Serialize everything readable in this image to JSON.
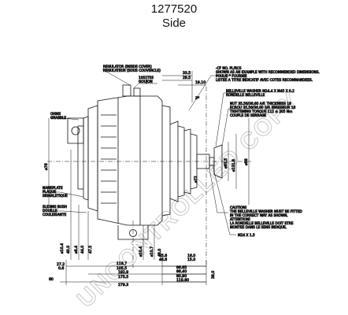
{
  "header": {
    "part_number": "1277520",
    "view": "Side"
  },
  "watermark": "UNCONTROLLED COPY",
  "callouts": {
    "regulator_en": "REGULATOR (INSIDE COVER)",
    "regulator_fr": "REGULATEUR (SOUS COUVERCLE)",
    "stud": "10S1T03",
    "goujon": "GOUJON",
    "ohm_line1": "OHMS",
    "ohm_line2": "GRABBLE",
    "cf": "-CF NO. PL/RCS",
    "shown_as_example": "SHOWN AS AN EXAMPLE WITH RECOMMENDED DIMENSIONS.",
    "pulley": "POULIE   * FOURNIE",
    "lisse": "LISTEE   A TITRE INDICATIF AVEC COTES RECOMMANDEES.",
    "belleville_washer": "BELLEVILLE WASHER M24.4 X M45 X 0.2",
    "rondelle_belleville": "RONDELLE BELLEVILLE",
    "nut_line1": "NUT 35.56/36.60 A/F. THICKNESS 18",
    "nut_line2": "ECROU 35.56/36.60 S/P. EPAISSEUR 18",
    "nut_line3": "TIGHTENING TORQUE 112 ± 205 Nm",
    "nut_line4": "COUPLE DE SERRAGE",
    "nameplate_line1": "NAMEPLATE",
    "nameplate_line2": "PLAQUE",
    "nameplate_line3": "SIGNALETIQUE",
    "sliding_line1": "SLIDING BUSH",
    "sliding_line2": "DOUILLE",
    "sliding_line3": "COULISSANTE",
    "caution_line1": "CAUTION!",
    "caution_line2": "THE BELLEVILLE WASHER MUST BE FITTED",
    "caution_line3": "IN THE CORRECT WAY AS SHOWN.",
    "caution_line4": "ATTENTION!",
    "caution_line5": "LA RONDELLE BELLEVILLE DOIT ETRE",
    "caution_line6": "MONTEE DANS LE SENS INDIQUE.",
    "thread": "M24 X 1.5"
  },
  "dimensions": {
    "top_a": "33.5",
    "top_b": "29.5",
    "top_c": "19.10",
    "right_3": "3*",
    "dia_76": "⌀76",
    "dia_pulley": "⌀88",
    "dia_72": "⌀72",
    "dia_63_5": "⌀63.5",
    "dia_131_8": "⌀131.8",
    "left_v1": "⌀10.4",
    "left_v2": "40.0",
    "left_v3": "⌀8.4",
    "left_v4": "44.0",
    "left_v5": "47.5",
    "mid_v1": "⌀10.4",
    "mid_v2": "⌀10.7",
    "mid_v3": "48.0",
    "bottom_row1": [
      "27.2",
      "118.7",
      "45.6",
      "16.0"
    ],
    "bottom_row1b": [
      "0.6",
      "105.5",
      "46.6",
      "15.0"
    ],
    "bottom_row2": [
      "192.9",
      "86.65"
    ],
    "bottom_row2b": [
      "175.5",
      "86.40"
    ],
    "bottom_row3": [
      "279.3",
      "80.90"
    ],
    "bottom_row3b": [
      "",
      "119.80"
    ],
    "bottom_left": "60",
    "far_right": "38.0"
  }
}
